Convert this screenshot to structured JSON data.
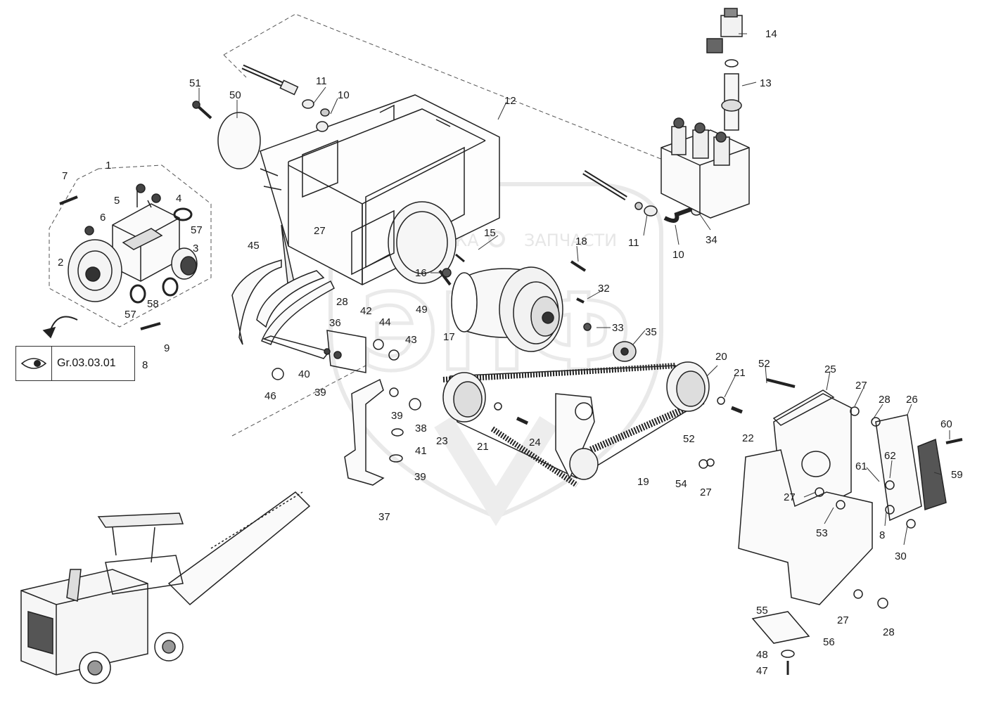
{
  "watermark": {
    "left_text": "ТЕХНИКА",
    "right_text": "ЗАПЧАСТИ",
    "logo_text": "ЭПФ"
  },
  "reference": {
    "label": "Gr.03.03.01",
    "icon": "eye-icon"
  },
  "labels": [
    "1",
    "2",
    "3",
    "4",
    "5",
    "6",
    "7",
    "8",
    "9",
    "10",
    "11",
    "12",
    "13",
    "14",
    "15",
    "16",
    "17",
    "18",
    "19",
    "20",
    "21",
    "22",
    "23",
    "24",
    "25",
    "26",
    "27",
    "28",
    "30",
    "32",
    "33",
    "34",
    "35",
    "36",
    "37",
    "38",
    "39",
    "40",
    "41",
    "42",
    "43",
    "44",
    "45",
    "46",
    "47",
    "48",
    "49",
    "50",
    "51",
    "52",
    "53",
    "54",
    "55",
    "56",
    "57",
    "58",
    "59",
    "60",
    "61",
    "62"
  ]
}
